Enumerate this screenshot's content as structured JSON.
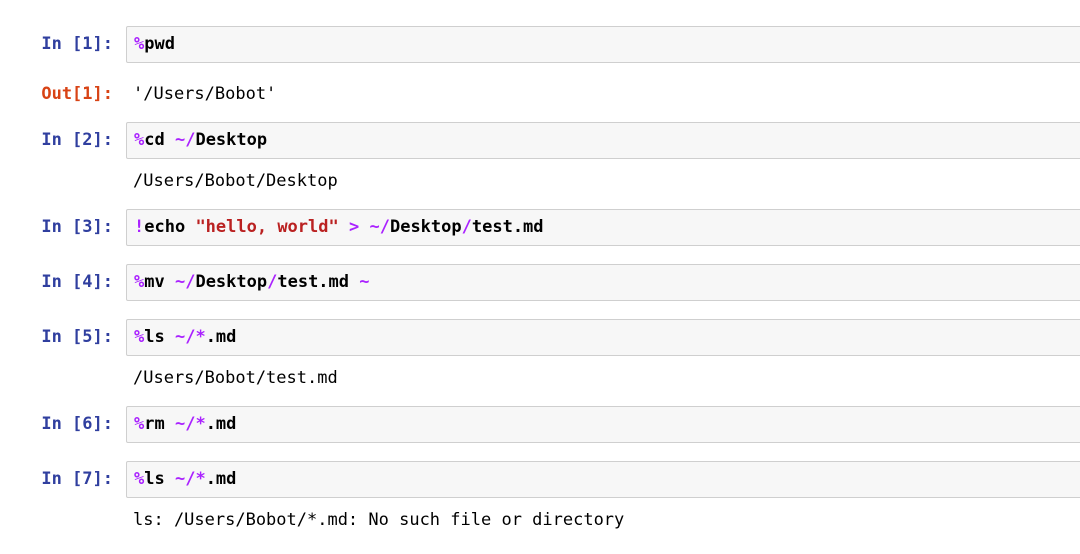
{
  "colors": {
    "in_prompt": "#303F9F",
    "out_prompt": "#D84315",
    "operator": "#AA22FF",
    "string": "#BA2121",
    "code_text": "#000000",
    "box_bg": "#F7F7F7",
    "box_border": "#CFCFCF",
    "page_bg": "#FFFFFF"
  },
  "notebook": {
    "cells": [
      {
        "in_prompt": "In [1]:",
        "code_tokens": [
          {
            "text": "%",
            "type": "magic"
          },
          {
            "text": "pwd",
            "type": "text"
          }
        ],
        "outputs": [
          {
            "kind": "result",
            "prompt": "Out[1]:",
            "text": "'/Users/Bobot'"
          }
        ]
      },
      {
        "in_prompt": "In [2]:",
        "code_tokens": [
          {
            "text": "%",
            "type": "magic"
          },
          {
            "text": "cd ",
            "type": "text"
          },
          {
            "text": "~/",
            "type": "operator"
          },
          {
            "text": "Desktop",
            "type": "text"
          }
        ],
        "outputs": [
          {
            "kind": "stream",
            "text": "/Users/Bobot/Desktop"
          }
        ]
      },
      {
        "in_prompt": "In [3]:",
        "code_tokens": [
          {
            "text": "!",
            "type": "magic"
          },
          {
            "text": "echo ",
            "type": "text"
          },
          {
            "text": "\"hello, world\"",
            "type": "string"
          },
          {
            "text": " ",
            "type": "text"
          },
          {
            "text": ">",
            "type": "operator"
          },
          {
            "text": " ",
            "type": "text"
          },
          {
            "text": "~/",
            "type": "operator"
          },
          {
            "text": "Desktop",
            "type": "text"
          },
          {
            "text": "/",
            "type": "operator"
          },
          {
            "text": "test.md",
            "type": "text"
          }
        ],
        "outputs": []
      },
      {
        "in_prompt": "In [4]:",
        "code_tokens": [
          {
            "text": "%",
            "type": "magic"
          },
          {
            "text": "mv ",
            "type": "text"
          },
          {
            "text": "~/",
            "type": "operator"
          },
          {
            "text": "Desktop",
            "type": "text"
          },
          {
            "text": "/",
            "type": "operator"
          },
          {
            "text": "test.md ",
            "type": "text"
          },
          {
            "text": "~",
            "type": "operator"
          }
        ],
        "outputs": []
      },
      {
        "in_prompt": "In [5]:",
        "code_tokens": [
          {
            "text": "%",
            "type": "magic"
          },
          {
            "text": "ls ",
            "type": "text"
          },
          {
            "text": "~/*",
            "type": "operator"
          },
          {
            "text": ".md",
            "type": "text"
          }
        ],
        "outputs": [
          {
            "kind": "stream",
            "text": "/Users/Bobot/test.md"
          }
        ]
      },
      {
        "in_prompt": "In [6]:",
        "code_tokens": [
          {
            "text": "%",
            "type": "magic"
          },
          {
            "text": "rm ",
            "type": "text"
          },
          {
            "text": "~/*",
            "type": "operator"
          },
          {
            "text": ".md",
            "type": "text"
          }
        ],
        "outputs": []
      },
      {
        "in_prompt": "In [7]:",
        "code_tokens": [
          {
            "text": "%",
            "type": "magic"
          },
          {
            "text": "ls ",
            "type": "text"
          },
          {
            "text": "~/*",
            "type": "operator"
          },
          {
            "text": ".md",
            "type": "text"
          }
        ],
        "outputs": [
          {
            "kind": "stream",
            "text": "ls: /Users/Bobot/*.md: No such file or directory"
          }
        ]
      }
    ]
  }
}
